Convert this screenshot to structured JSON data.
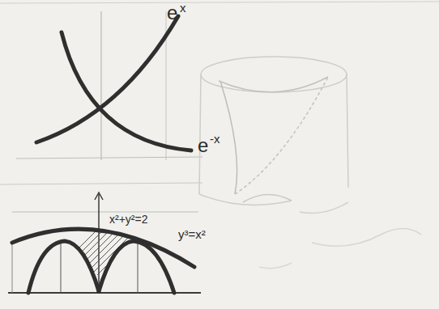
{
  "diagram": {
    "labels": [
      "e",
      "x",
      "e",
      "-x",
      "x²+y²=2",
      "y³=x²"
    ]
  }
}
